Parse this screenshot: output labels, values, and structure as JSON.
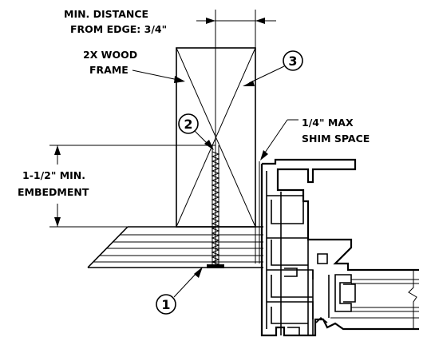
{
  "labels": {
    "min_distance_line1": "MIN. DISTANCE",
    "min_distance_line2": "FROM EDGE: 3/4\"",
    "wood_frame_line1": "2X WOOD",
    "wood_frame_line2": "FRAME",
    "shim_line1": "1/4\" MAX",
    "shim_line2": "SHIM SPACE",
    "embed_line1": "1-1/2\" MIN.",
    "embed_line2": "EMBEDMENT"
  },
  "callouts": {
    "one": "1",
    "two": "2",
    "three": "3"
  }
}
